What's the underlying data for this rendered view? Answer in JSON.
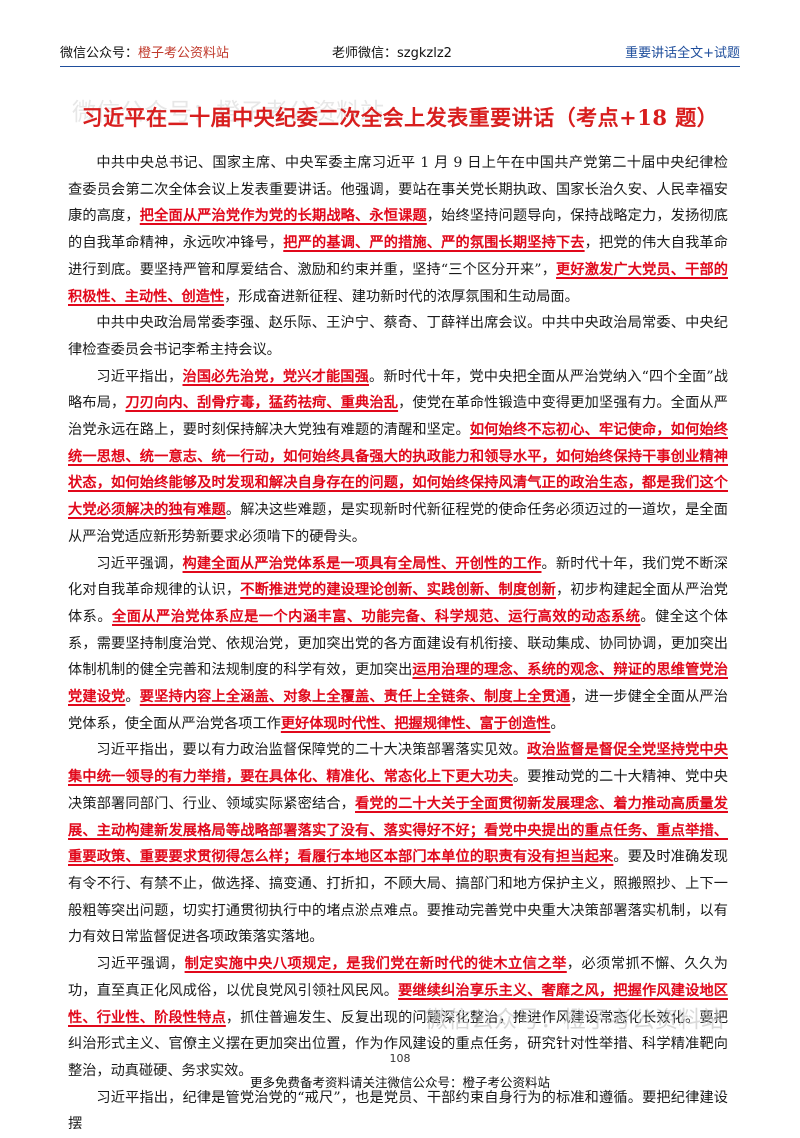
{
  "header": {
    "left_label": "微信公众号：",
    "left_accent": "橙子考公资料站",
    "center": "老师微信：szgkzlz2",
    "right": "重要讲话全文+试题"
  },
  "title": "习近平在二十届中央纪委二次全会上发表重要讲话（考点+18 题）",
  "watermarks": [
    "微信公众号：橙子考公资料站",
    "微信公众号：橙子考公资料站"
  ],
  "paragraphs": [
    [
      {
        "t": "中共中央总书记、国家主席、中央军委主席习近平 1 月 9 日上午在中国共产党第二十届中央纪律检查委员会第二次全体会议上发表重要讲话。他强调，要站在事关党长期执政、国家长治久安、人民幸福安康的高度，"
      },
      {
        "t": "把全面从严治党作为党的长期战略、永恒课题",
        "h": true
      },
      {
        "t": "，始终坚持问题导向，保持战略定力，发扬彻底的自我革命精神，永远吹冲锋号，"
      },
      {
        "t": "把严的基调、严的措施、严的氛围长期坚持下去",
        "h": true
      },
      {
        "t": "，把党的伟大自我革命进行到底。要坚持严管和厚爱结合、激励和约束并重，坚持“三个区分开来”，"
      },
      {
        "t": "更好激发广大党员、干部的积极性、主动性、创造性",
        "h": true
      },
      {
        "t": "，形成奋进新征程、建功新时代的浓厚氛围和生动局面。"
      }
    ],
    [
      {
        "t": "中共中央政治局常委李强、赵乐际、王沪宁、蔡奇、丁薛祥出席会议。中共中央政治局常委、中央纪律检查委员会书记李希主持会议。"
      }
    ],
    [
      {
        "t": "习近平指出，"
      },
      {
        "t": "治国必先治党，党兴才能国强",
        "h": true
      },
      {
        "t": "。新时代十年，党中央把全面从严治党纳入“四个全面”战略布局，"
      },
      {
        "t": "刀刃向内、刮骨疗毒，猛药祛疴、重典治乱",
        "h": true
      },
      {
        "t": "，使党在革命性锻造中变得更加坚强有力。全面从严治党永远在路上，要时刻保持解决大党独有难题的清醒和坚定。"
      },
      {
        "t": "如何始终不忘初心、牢记使命，如何始终统一思想、统一意志、统一行动，如何始终具备强大的执政能力和领导水平，如何始终保持干事创业精神状态，如何始终能够及时发现和解决自身存在的问题，如何始终保持风清气正的政治生态，都是我们这个大党必须解决的独有难题",
        "h": true
      },
      {
        "t": "。解决这些难题，是实现新时代新征程党的使命任务必须迈过的一道坎，是全面从严治党适应新形势新要求必须啃下的硬骨头。"
      }
    ],
    [
      {
        "t": "习近平强调，"
      },
      {
        "t": "构建全面从严治党体系是一项具有全局性、开创性的工作",
        "h": true
      },
      {
        "t": "。新时代十年，我们党不断深化对自我革命规律的认识，"
      },
      {
        "t": "不断推进党的建设理论创新、实践创新、制度创新",
        "h": true
      },
      {
        "t": "，初步构建起全面从严治党体系。"
      },
      {
        "t": "全面从严治党体系应是一个内涵丰富、功能完备、科学规范、运行高效的动态系统",
        "h": true
      },
      {
        "t": "。健全这个体系，需要坚持制度治党、依规治党，更加突出党的各方面建设有机衔接、联动集成、协同协调，更加突出体制机制的健全完善和法规制度的科学有效，更加突出"
      },
      {
        "t": "运用治理的理念、系统的观念、辩证的思维管党治党建设党",
        "h": true
      },
      {
        "t": "。"
      },
      {
        "t": "要坚持内容上全涵盖、对象上全覆盖、责任上全链条、制度上全贯通",
        "h": true
      },
      {
        "t": "，进一步健全全面从严治党体系，使全面从严治党各项工作"
      },
      {
        "t": "更好体现时代性、把握规律性、富于创造性",
        "h": true
      },
      {
        "t": "。"
      }
    ],
    [
      {
        "t": "习近平指出，要以有力政治监督保障党的二十大决策部署落实见效。"
      },
      {
        "t": "政治监督是督促全党坚持党中央集中统一领导的有力举措，要在具体化、精准化、常态化上下更大功夫",
        "h": true
      },
      {
        "t": "。要推动党的二十大精神、党中央决策部署同部门、行业、领域实际紧密结合，"
      },
      {
        "t": "看党的二十大关于全面贯彻新发展理念、着力推动高质量发展、主动构建新发展格局等战略部署落实了没有、落实得好不好；看党中央提出的重点任务、重点举措、重要政策、重要要求贯彻得怎么样；看履行本地区本部门本单位的职责有没有担当起来",
        "h": true
      },
      {
        "t": "。要及时准确发现有令不行、有禁不止，做选择、搞变通、打折扣，不顾大局、搞部门和地方保护主义，照搬照抄、上下一般粗等突出问题，切实打通贯彻执行中的堵点淤点难点。要推动完善党中央重大决策部署落实机制，以有力有效日常监督促进各项政策落实落地。"
      }
    ],
    [
      {
        "t": "习近平强调，"
      },
      {
        "t": "制定实施中央八项规定，是我们党在新时代的徙木立信之举",
        "h": true
      },
      {
        "t": "，必须常抓不懈、久久为功，直至真正化风成俗，以优良党风引领社风民风。"
      },
      {
        "t": "要继续纠治享乐主义、奢靡之风，把握作风建设地区性、行业性、阶段性特点",
        "h": true
      },
      {
        "t": "，抓住普遍发生、反复出现的问题深化整治，推进作风建设常态化长效化。要把纠治形式主义、官僚主义摆在更加突出位置，作为作风建设的重点任务，研究针对性举措、科学精准靶向整治，动真碰硬、务求实效。"
      }
    ],
    [
      {
        "t": "习近平指出，纪律是管党治党的“戒尺”，也是党员、干部约束自身行为的标准和遵循。要把纪律建设摆"
      }
    ]
  ],
  "page_number": "108",
  "footer": "更多免费备考资料请关注微信公众号：橙子考公资料站"
}
